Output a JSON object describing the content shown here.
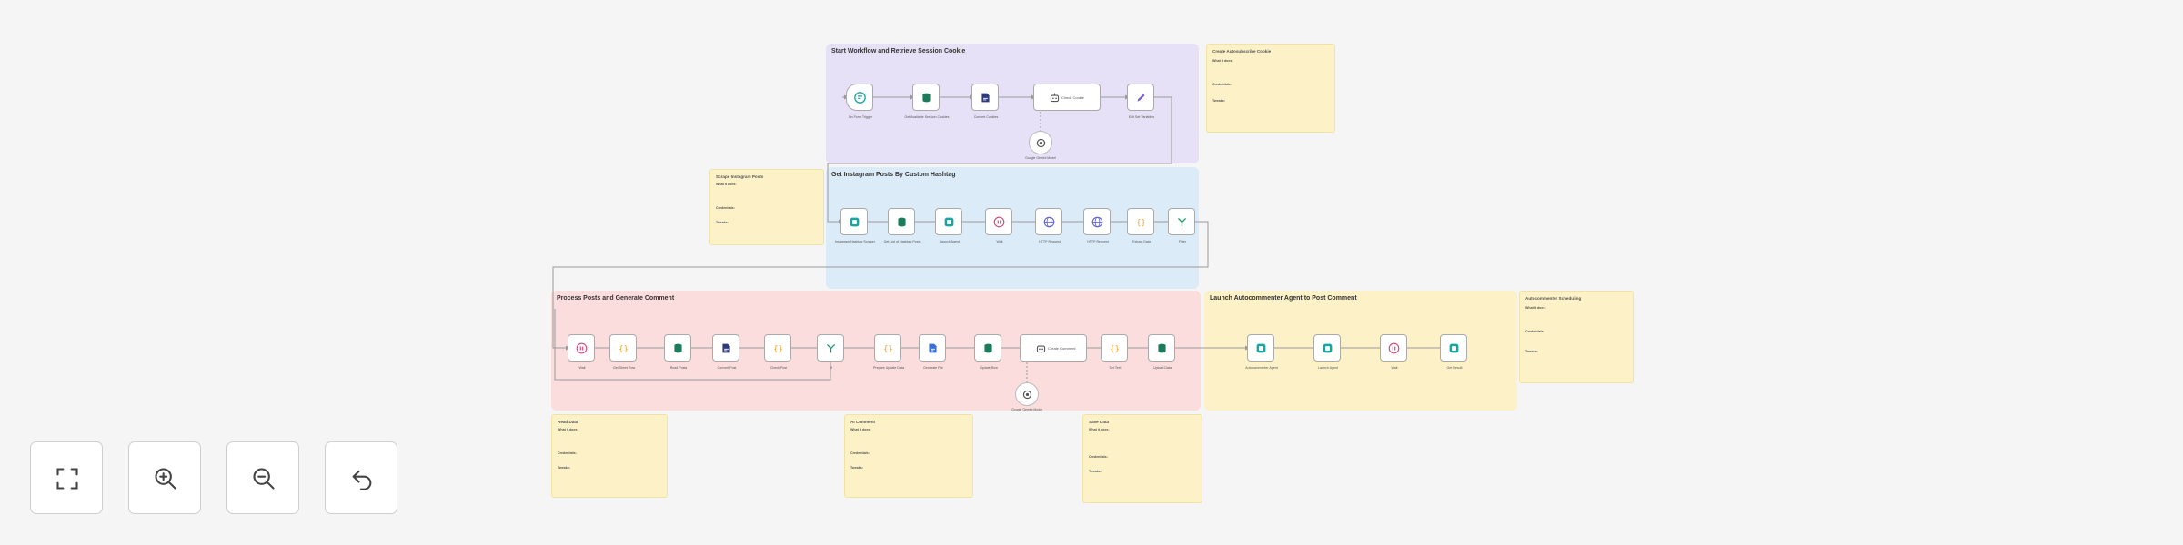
{
  "groups": {
    "start": {
      "title": "Start Workflow and Retrieve Session Cookie",
      "color": "#e6e1f6"
    },
    "instagram": {
      "title": "Get Instagram Posts By Custom Hashtag",
      "color": "#dcebf8"
    },
    "process": {
      "title": "Process Posts and Generate Comment",
      "color": "#fcdddd"
    },
    "launch": {
      "title": "Launch Autocommenter Agent to Post Comment",
      "color": "#fdf1c7"
    }
  },
  "nodes": {
    "n1": {
      "label": "On Form Trigger",
      "sub": ""
    },
    "n2": {
      "label": "Get Available Session Cookies",
      "sub": ""
    },
    "n3": {
      "label": "Convert Cookies",
      "sub": ""
    },
    "n4": {
      "title": "Check Cookie",
      "label": "",
      "sub": ""
    },
    "n5": {
      "label": "Edit Set Variables",
      "sub": ""
    },
    "m1": {
      "label": "Google Gemini Model"
    },
    "n6": {
      "label": "Instagram Hashtag Scraper",
      "sub": ""
    },
    "n7": {
      "label": "Get List of Hashtag Posts",
      "sub": ""
    },
    "n8": {
      "label": "Launch Agent",
      "sub": ""
    },
    "n9": {
      "label": "Wait",
      "sub": ""
    },
    "n10": {
      "label": "HTTP Request",
      "sub": ""
    },
    "n11": {
      "label": "HTTP Request",
      "sub": ""
    },
    "n12": {
      "label": "Extract Data",
      "sub": ""
    },
    "n13": {
      "label": "Filter",
      "sub": ""
    },
    "p1": {
      "label": "Wait",
      "sub": ""
    },
    "p2": {
      "label": "Get Sheet Row",
      "sub": ""
    },
    "p3": {
      "label": "Read Posts",
      "sub": ""
    },
    "p4": {
      "label": "Convert Post",
      "sub": ""
    },
    "p5": {
      "label": "Check Post",
      "sub": ""
    },
    "p6": {
      "label": "If",
      "sub": ""
    },
    "p7": {
      "label": "Prepare Update Data",
      "sub": ""
    },
    "p8": {
      "label": "Generate File",
      "sub": ""
    },
    "p9": {
      "label": "Update Row",
      "sub": ""
    },
    "p10": {
      "title": "Create Comment",
      "label": "",
      "sub": ""
    },
    "p11": {
      "label": "Set Text",
      "sub": ""
    },
    "p12": {
      "label": "Upload Data",
      "sub": ""
    },
    "m2": {
      "label": "Google Gemini Model"
    },
    "l1": {
      "label": "Autocommenter Agent",
      "sub": ""
    },
    "l2": {
      "label": "Launch Agent",
      "sub": ""
    },
    "l3": {
      "label": "Wait",
      "sub": ""
    },
    "l4": {
      "label": "Get Result",
      "sub": ""
    }
  },
  "notes": {
    "note1": {
      "title": "Create Autosubscribe Cookie",
      "sections": [
        {
          "head": "What it does:",
          "body": ""
        },
        {
          "head": "Credentials:",
          "body": ""
        },
        {
          "head": "Tweaks:",
          "body": ""
        }
      ]
    },
    "note2": {
      "title": "Scrape Instagram Posts",
      "sections": [
        {
          "head": "What it does:",
          "body": ""
        },
        {
          "head": "Credentials:",
          "body": ""
        },
        {
          "head": "Tweaks:",
          "body": ""
        }
      ]
    },
    "note3": {
      "title": "Autocommenter Scheduling",
      "sections": [
        {
          "head": "What it does:",
          "body": ""
        },
        {
          "head": "Credentials:",
          "body": ""
        },
        {
          "head": "Tweaks:",
          "body": ""
        }
      ]
    },
    "note4": {
      "title": "Read Data",
      "sections": [
        {
          "head": "What it does:",
          "body": ""
        },
        {
          "head": "Credentials:",
          "body": ""
        },
        {
          "head": "Tweaks:",
          "body": ""
        }
      ]
    },
    "note5": {
      "title": "AI Comment",
      "sections": [
        {
          "head": "What it does:",
          "body": ""
        },
        {
          "head": "Credentials:",
          "body": ""
        },
        {
          "head": "Tweaks:",
          "body": ""
        }
      ]
    },
    "note6": {
      "title": "Save Data",
      "sections": [
        {
          "head": "What it does:",
          "body": ""
        },
        {
          "head": "Credentials:",
          "body": ""
        },
        {
          "head": "Tweaks:",
          "body": ""
        }
      ]
    }
  },
  "controls": [
    {
      "name": "fit-view-button",
      "icon": "fit-view-icon"
    },
    {
      "name": "zoom-in-button",
      "icon": "zoom-in-icon"
    },
    {
      "name": "zoom-out-button",
      "icon": "zoom-out-icon"
    },
    {
      "name": "undo-button",
      "icon": "undo-icon"
    }
  ],
  "colors": {
    "canvas": "#f5f5f5",
    "sticky": "#fdf1c7",
    "connector": "#9a9a9a",
    "teal": "#1aa6a0",
    "green": "#1b7b5a",
    "purple": "#7b5fd0",
    "orange": "#f0a12a",
    "pink": "#d6457a",
    "blue": "#3a6fd8"
  }
}
